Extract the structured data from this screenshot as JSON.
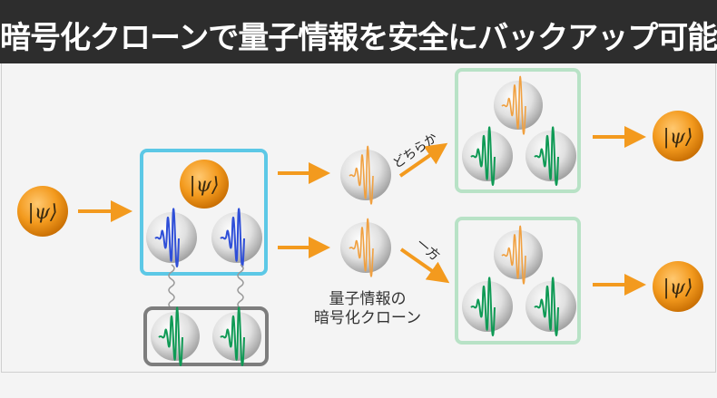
{
  "header": {
    "title": "暗号化クローンで量子情報を安全にバックアップ可能に"
  },
  "diagram": {
    "input_state_symbol": "|ψ⟩",
    "output_state_symbol": "|ψ⟩",
    "caption_line1": "量子情報の",
    "caption_line2": "暗号化クローン",
    "branch_upper_label": "どちらか",
    "branch_lower_label": "一方",
    "colors": {
      "orange": "#f39a1e",
      "encoder_box": "#5cc8e6",
      "key_box": "#7d7d7d",
      "decoder_box": "#b8e2c6",
      "wave_blue": "#2f4fd8",
      "wave_green": "#0f9a55",
      "wave_orange": "#f0a040",
      "background": "#f4f4f4",
      "header_bg": "#2d2d2d"
    }
  }
}
